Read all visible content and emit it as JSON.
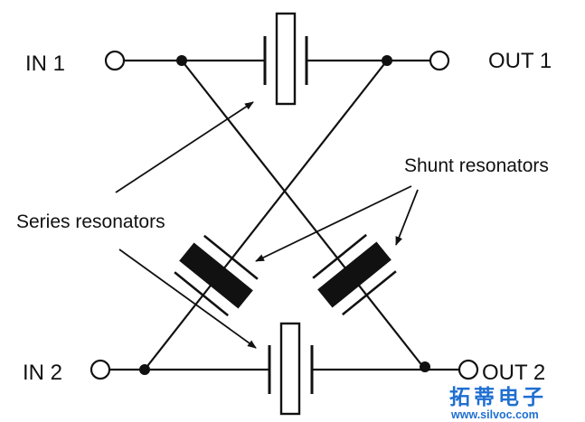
{
  "labels": {
    "in1": "IN 1",
    "out1": "OUT 1",
    "in2": "IN 2",
    "out2": "OUT 2",
    "shunt": "Shunt resonators",
    "series": "Series resonators"
  },
  "watermark": {
    "brand": "拓蒂电子",
    "url": "www.silvoc.com"
  },
  "colors": {
    "line": "#111111",
    "watermark": "#1f6fd1"
  }
}
